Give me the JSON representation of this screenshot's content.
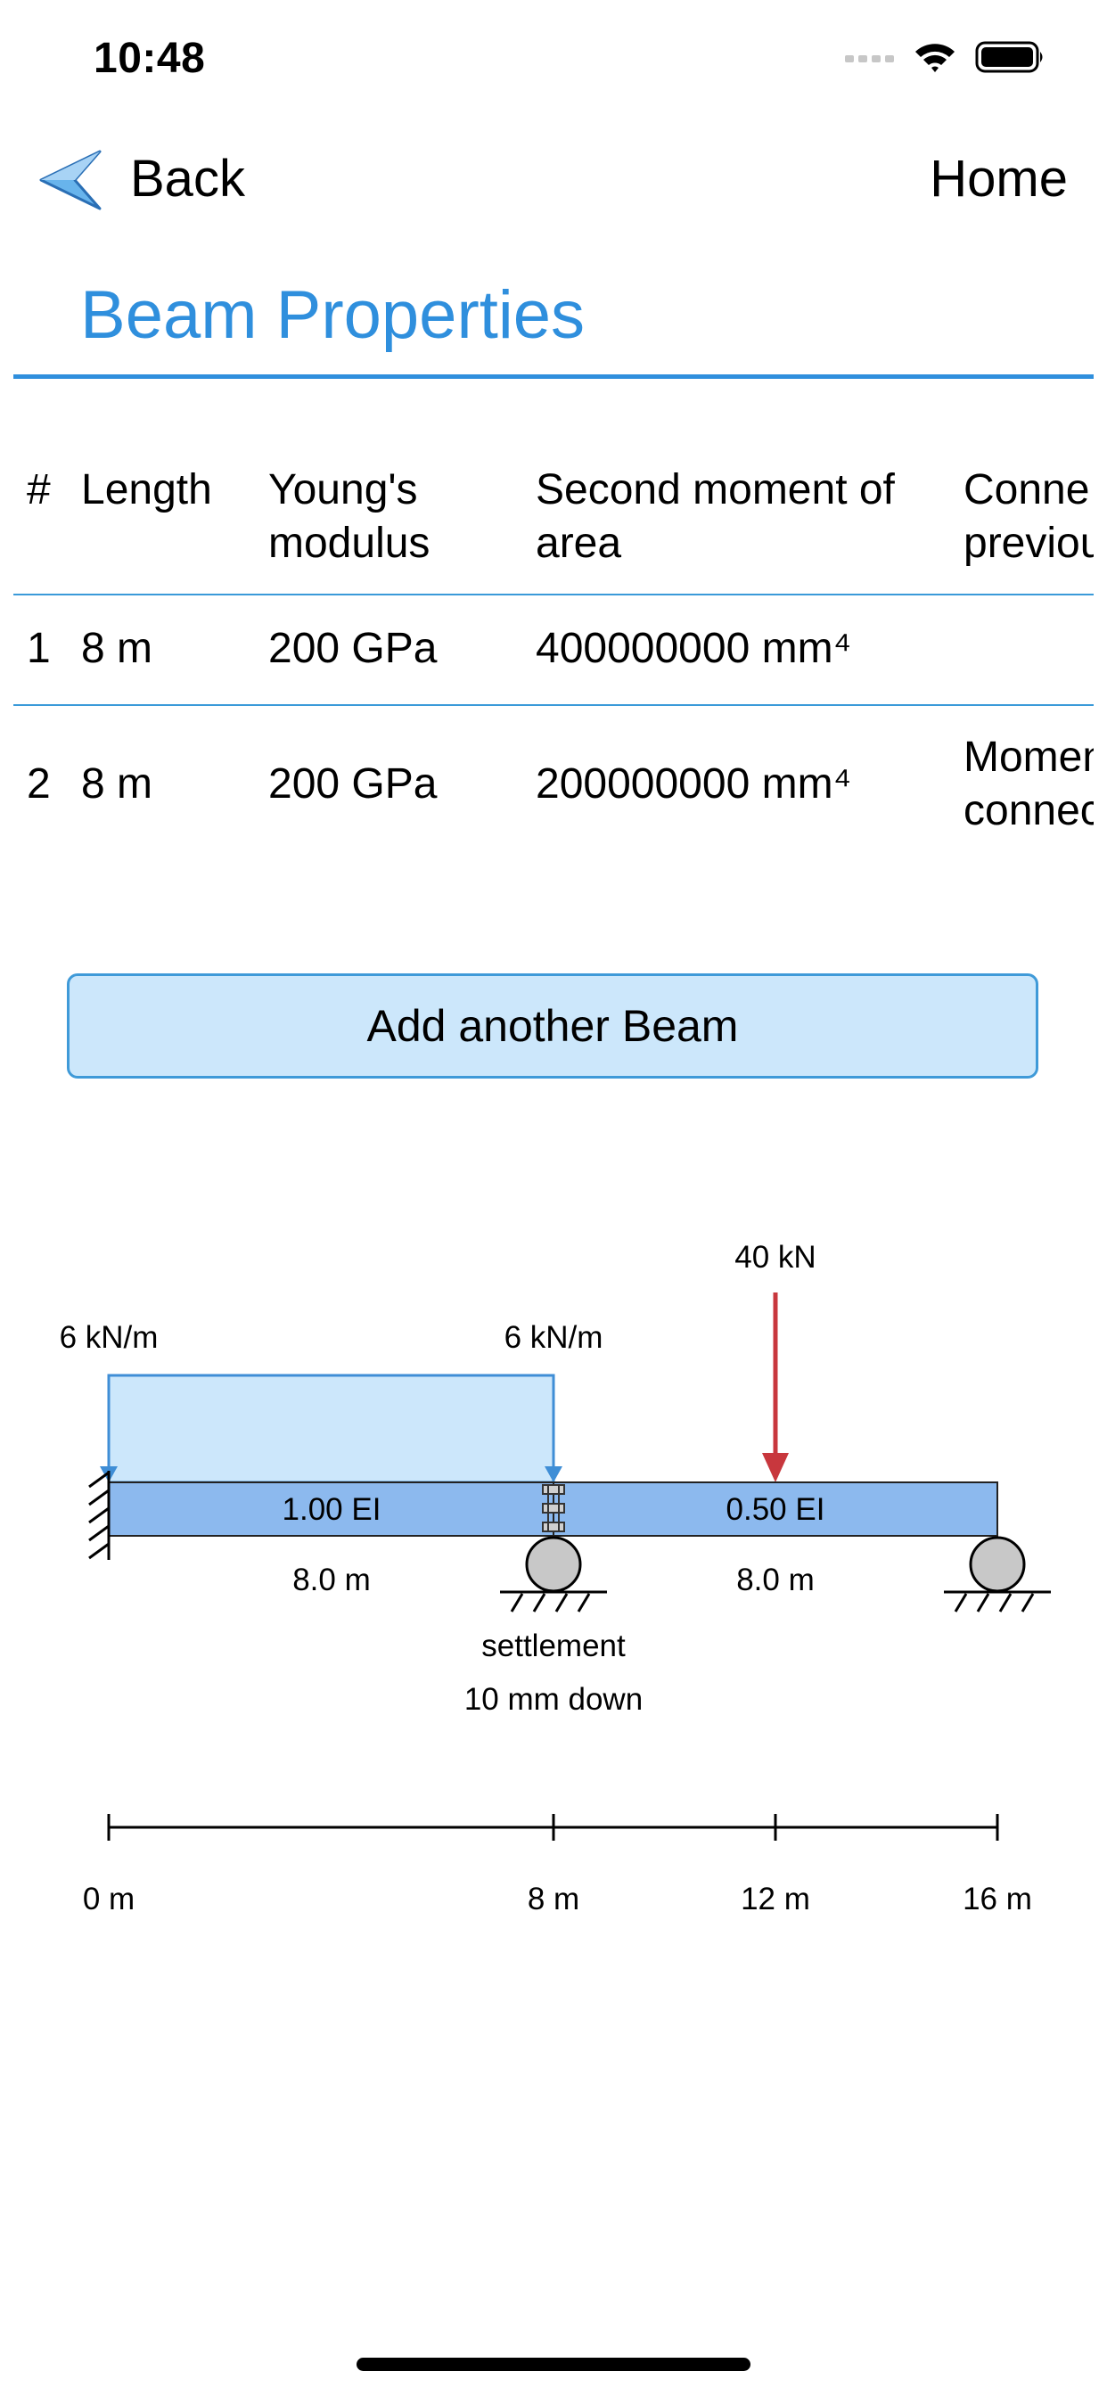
{
  "status": {
    "time": "10:48"
  },
  "nav": {
    "back_label": "Back",
    "home_label": "Home"
  },
  "page": {
    "title": "Beam Properties"
  },
  "table": {
    "headers": {
      "index": "#",
      "length": "Length",
      "youngs_line1": "Young's",
      "youngs_line2": "modulus",
      "moment_line1": "Second moment of",
      "moment_line2": "area",
      "conn_line1": "Conne",
      "conn_line2": "previou"
    },
    "rows": [
      {
        "index": "1",
        "length": "8 m",
        "youngs": "200 GPa",
        "moment": "400000000 mm⁴",
        "conn_line1": "",
        "conn_line2": ""
      },
      {
        "index": "2",
        "length": "8 m",
        "youngs": "200 GPa",
        "moment": "200000000 mm⁴",
        "conn_line1": "Momen",
        "conn_line2": "connec"
      }
    ]
  },
  "actions": {
    "add_beam_label": "Add another Beam"
  },
  "diagram": {
    "udl_left_label": "6 kN/m",
    "udl_right_label": "6 kN/m",
    "point_load_label": "40 kN",
    "beam1_stiffness": "1.00 EI",
    "beam2_stiffness": "0.50 EI",
    "beam1_length": "8.0 m",
    "beam2_length": "8.0 m",
    "settlement_line1": "settlement",
    "settlement_line2": "10 mm down",
    "axis_ticks": [
      "0 m",
      "8 m",
      "12 m",
      "16 m"
    ]
  },
  "colors": {
    "accent": "#2f8fdd",
    "beam_fill": "#8cb9ee",
    "udl_fill": "#cce7fb",
    "point_load": "#c8373d",
    "support_fill": "#c8c8c8"
  }
}
